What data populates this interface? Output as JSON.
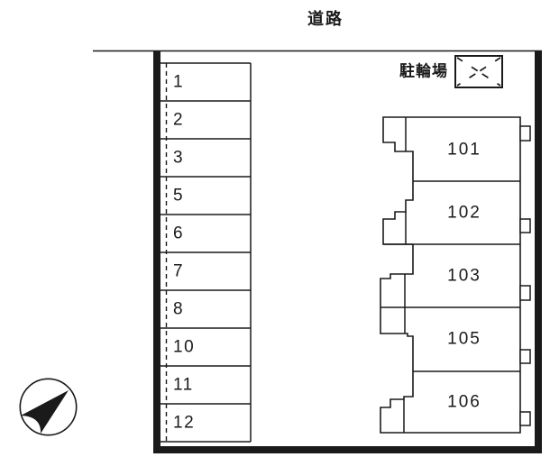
{
  "road": {
    "label": "道路"
  },
  "bicycle_parking": {
    "label": "駐輪場",
    "marker_icon": "x-cross-box"
  },
  "parking": {
    "spaces": [
      "1",
      "2",
      "3",
      "5",
      "6",
      "7",
      "8",
      "10",
      "11",
      "12"
    ]
  },
  "building": {
    "units": [
      "101",
      "102",
      "103",
      "105",
      "106"
    ]
  },
  "compass": {
    "icon": "north-arrow-pointing-northeast"
  },
  "colors": {
    "line": "#1a1a1a",
    "background": "#ffffff"
  }
}
